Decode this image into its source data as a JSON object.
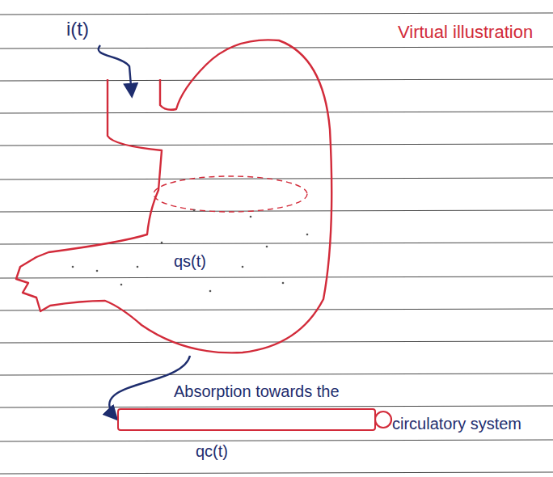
{
  "diagram": {
    "nodes": [
      {
        "text": [
          "qs(t)"
        ]
      },
      {
        "text": [
          "qc(t)"
        ]
      }
    ],
    "edges": [
      {
        "from": 0,
        "to": 1,
        "arrow": "to"
      }
    ],
    "labels": [
      "i(t)",
      "Virtual illustration",
      "Absorption towards the circulatory system"
    ]
  }
}
